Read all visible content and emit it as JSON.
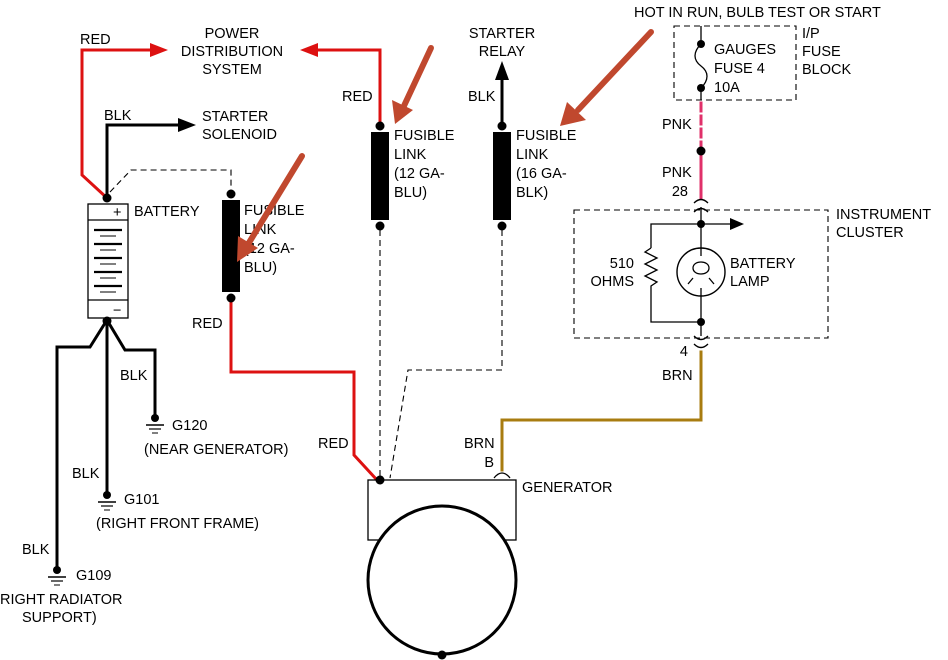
{
  "labels": {
    "power_distribution": [
      "POWER",
      "DISTRIBUTION",
      "SYSTEM"
    ],
    "starter_relay": [
      "STARTER",
      "RELAY"
    ],
    "hot_in_run": "HOT IN RUN, BULB TEST OR START",
    "ip_fuse_block": [
      "I/P",
      "FUSE",
      "BLOCK"
    ],
    "gauges_fuse": [
      "GAUGES",
      "FUSE 4",
      "10A"
    ],
    "starter_solenoid": [
      "STARTER",
      "SOLENOID"
    ],
    "battery": "BATTERY",
    "battery_plus": "+",
    "battery_minus": "−",
    "fusible_link_left": [
      "FUSIBLE",
      "LINK",
      "(12 GA-",
      "BLU)"
    ],
    "fusible_link_mid": [
      "FUSIBLE",
      "LINK",
      "(12 GA-",
      "BLU)"
    ],
    "fusible_link_right": [
      "FUSIBLE",
      "LINK",
      "(16 GA-",
      "BLK)"
    ],
    "instrument_cluster": [
      "INSTRUMENT",
      "CLUSTER"
    ],
    "resistor": [
      "510",
      "OHMS"
    ],
    "battery_lamp": [
      "BATTERY",
      "LAMP"
    ],
    "generator": "GENERATOR",
    "terminal_b": "B",
    "pin_28": "28",
    "pin_4": "4",
    "g120": [
      "G120",
      "(NEAR GENERATOR)"
    ],
    "g101": [
      "G101",
      "(RIGHT FRONT FRAME)"
    ],
    "g109": [
      "G109",
      "RIGHT RADIATOR",
      "SUPPORT)"
    ]
  },
  "wire_colors": {
    "red_top": "RED",
    "blk_top": "BLK",
    "red_mid": "RED",
    "blk_relay": "BLK",
    "red_link": "RED",
    "red_gen": "RED",
    "blk_g120": "BLK",
    "blk_g101": "BLK",
    "blk_g109": "BLK",
    "pnk_top": "PNK",
    "pnk_bottom": "PNK",
    "brn_cluster": "BRN",
    "brn_gen": "BRN"
  },
  "colors": {
    "red_wire": "#dd1111",
    "black_wire": "#000000",
    "pink_wire": "#e0306a",
    "brown_wire": "#a87c10",
    "arrow": "#c0482e"
  }
}
